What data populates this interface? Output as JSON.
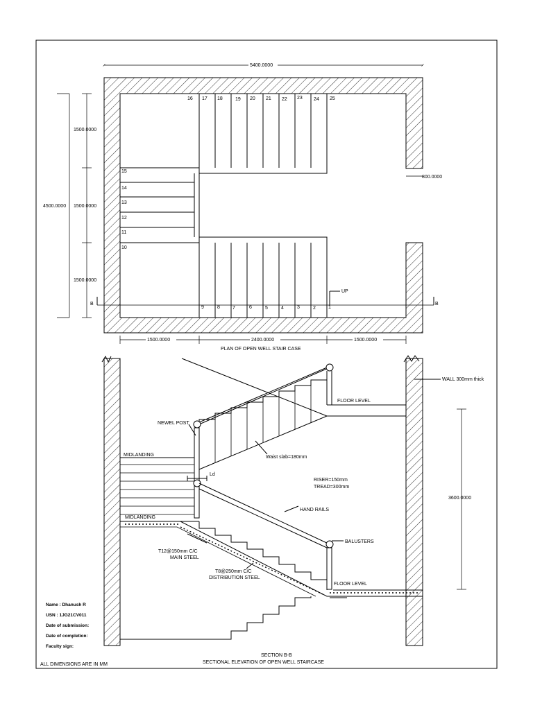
{
  "plan": {
    "overall_width": "5400.0000",
    "overall_height": "4500.0000",
    "flight_width_top": "1500.0000",
    "flight_width_mid": "1500.0000",
    "flight_width_bottom": "1500.0000",
    "opening": "800.0000",
    "bottom_left": "1500.0000",
    "bottom_mid": "2400.0000",
    "bottom_right": "1500.0000",
    "up_label": "UP",
    "section_marker": "B",
    "title": "PLAN OF OPEN WELL STAIR CASE",
    "steps_top": [
      "16",
      "17",
      "18",
      "19",
      "20",
      "21",
      "22",
      "23",
      "24",
      "25"
    ],
    "steps_landing": [
      "15",
      "14",
      "13",
      "12",
      "11",
      "10"
    ],
    "steps_bottom": [
      "9",
      "8",
      "7",
      "6",
      "5",
      "4",
      "3",
      "2",
      "1"
    ]
  },
  "section": {
    "wall_label": "WALL 300mm thick",
    "floor_level_top": "FLOOR LEVEL",
    "floor_level_bottom": "FLOOR LEVEL",
    "newel_post": "NEWEL POST",
    "midlanding_top": "MIDLANDING",
    "midlanding_bottom": "MIDLANDING",
    "waist_slab": "Waist slab=180mm",
    "ld": "Ld",
    "riser": "RISER=150mm",
    "tread": "TREAD=300mm",
    "hand_rails": "HAND RAILS",
    "balusters": "BALUSTERS",
    "main_steel_1": "T12@150mm C/C",
    "main_steel_2": "MAIN STEEL",
    "dist_steel_1": "T8@250mm C/C",
    "dist_steel_2": "DISTRIBUTION STEEL",
    "height": "3600.0000",
    "title_1": "SECTION B-B",
    "title_2": "SECTIONAL ELEVATION OF OPEN WELL STAIRCASE"
  },
  "info": {
    "name": "Name : Dhanush R",
    "usn": "USN : 1JG21CV011",
    "submission": "Date of submission:",
    "completion": "Date of completion:",
    "faculty": "Faculty sign:",
    "note": "ALL DIMENSIONS ARE IN MM"
  }
}
